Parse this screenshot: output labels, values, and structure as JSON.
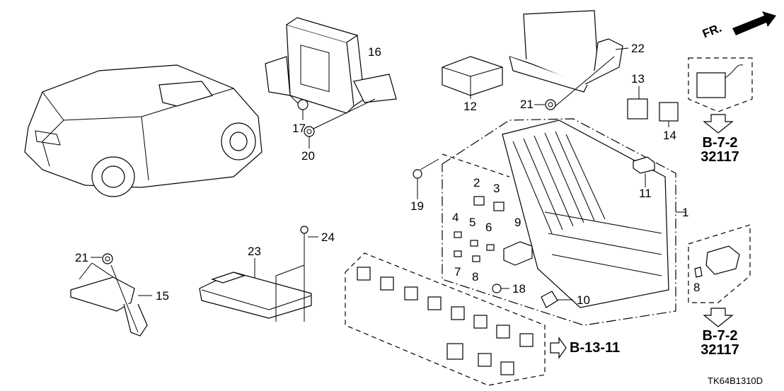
{
  "diagram": {
    "title_code": "TK64B1310D",
    "direction_indicator": "FR.",
    "part_labels": [
      "1",
      "2",
      "3",
      "4",
      "5",
      "6",
      "7",
      "8",
      "9",
      "10",
      "11",
      "12",
      "13",
      "14",
      "15",
      "16",
      "17",
      "18",
      "19",
      "20",
      "21",
      "21",
      "22",
      "23",
      "24",
      "8"
    ],
    "references": [
      {
        "section": "B-7-2",
        "part_no": "32117"
      },
      {
        "section": "B-7-2",
        "part_no": "32117"
      },
      {
        "section": "B-13-11",
        "part_no": ""
      }
    ]
  }
}
